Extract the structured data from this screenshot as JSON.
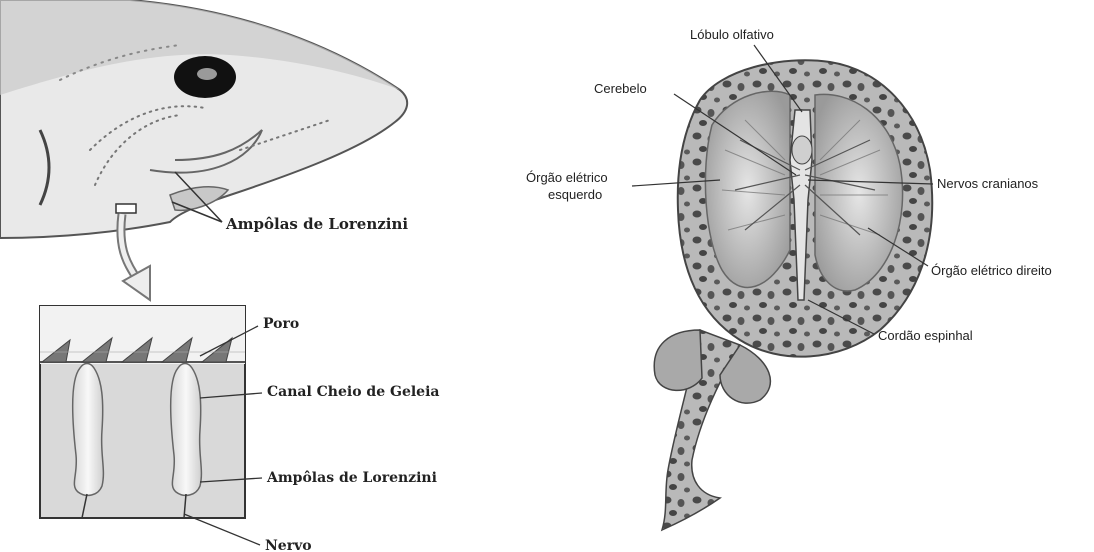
{
  "left_panel": {
    "ampullae_label": "Ampôlas de Lorenzini",
    "inset": {
      "pore_label": "Poro",
      "canal_label": "Canal Cheio de Geleia",
      "ampullae_label": "Ampôlas de Lorenzini",
      "nerve_label": "Nervo"
    }
  },
  "right_panel": {
    "olfactory_lobe_label": "Lóbulo olfativo",
    "cerebellum_label": "Cerebelo",
    "left_organ_label_line1": "Órgão elétrico",
    "left_organ_label_line2": "esquerdo",
    "cranial_nerves_label": "Nervos cranianos",
    "right_organ_label": "Órgão elétrico direito",
    "spinal_cord_label": "Cordão espinhal"
  }
}
